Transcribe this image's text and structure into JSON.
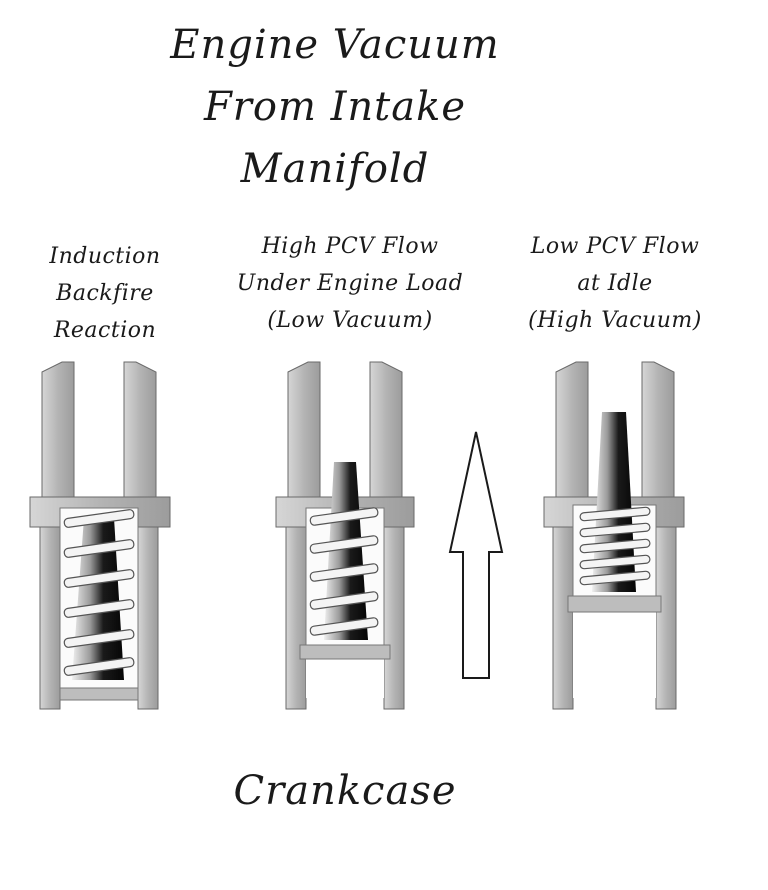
{
  "diagram": {
    "title_lines": [
      "Engine Vacuum",
      "From Intake",
      "Manifold"
    ],
    "valves": [
      {
        "caption_lines": [
          "Induction",
          "Backfire",
          "Reaction"
        ]
      },
      {
        "caption_lines": [
          "High PCV Flow",
          "Under Engine Load",
          "(Low Vacuum)"
        ]
      },
      {
        "caption_lines": [
          "Low PCV Flow",
          "at Idle",
          "(High Vacuum)"
        ]
      }
    ],
    "bottom_label": "Crankcase",
    "flow_arrow": "up"
  }
}
